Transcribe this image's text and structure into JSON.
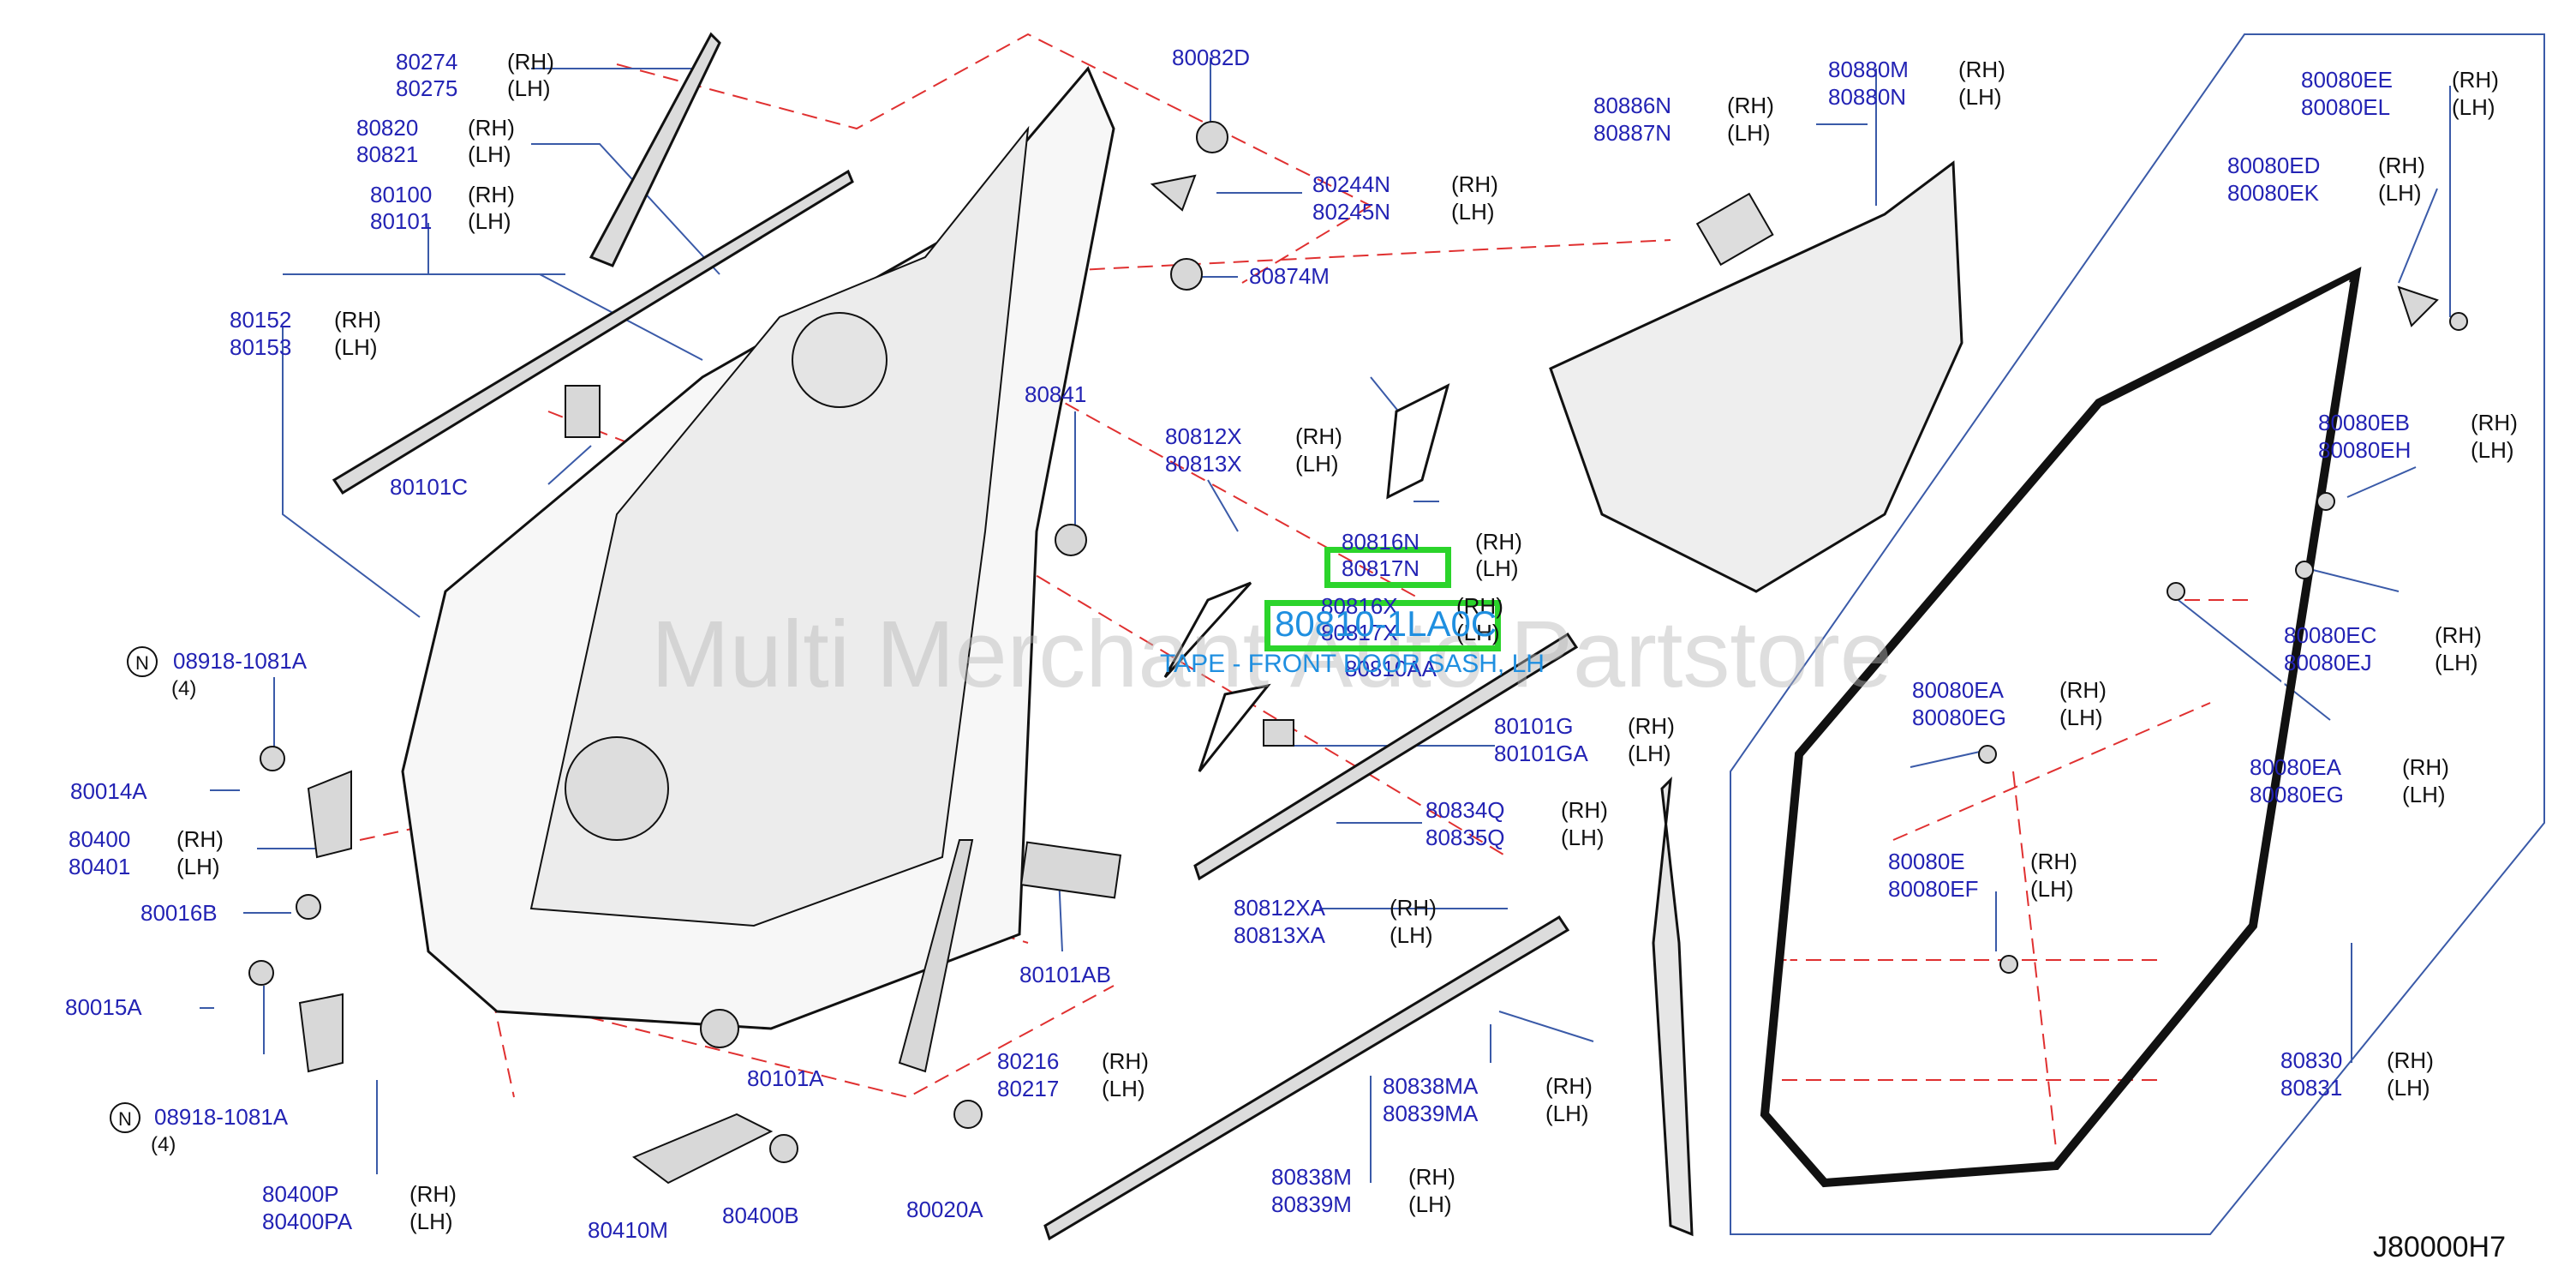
{
  "diagram_ref": "J80000H7",
  "watermark": "Multi Merchant Auto Partstore",
  "colors": {
    "label": "#2323b4",
    "leader": "#3a5aa8",
    "dash": "#e03030",
    "highlight": "#2bd42b",
    "callout": "#1f8fe0"
  },
  "highlighted": {
    "part": "80817N",
    "part_number": "80810-1LA0C",
    "description": "TAPE - FRONT DOOR SASH, LH"
  },
  "callouts": [
    {
      "id": "80274",
      "lines": [
        "80274",
        "80275"
      ],
      "sides": [
        "(RH)",
        "(LH)"
      ]
    },
    {
      "id": "80820",
      "lines": [
        "80820",
        "80821"
      ],
      "sides": [
        "(RH)",
        "(LH)"
      ]
    },
    {
      "id": "80100",
      "lines": [
        "80100",
        "80101"
      ],
      "sides": [
        "(RH)",
        "(LH)"
      ]
    },
    {
      "id": "80152",
      "lines": [
        "80152",
        "80153"
      ],
      "sides": [
        "(RH)",
        "(LH)"
      ]
    },
    {
      "id": "80101C",
      "lines": [
        "80101C"
      ],
      "sides": []
    },
    {
      "id": "08918a",
      "lines": [
        "08918-1081A"
      ],
      "sides": [],
      "marker": "N",
      "qty": "(4)"
    },
    {
      "id": "80014A",
      "lines": [
        "80014A"
      ],
      "sides": []
    },
    {
      "id": "80400",
      "lines": [
        "80400",
        "80401"
      ],
      "sides": [
        "(RH)",
        "(LH)"
      ]
    },
    {
      "id": "80016B",
      "lines": [
        "80016B"
      ],
      "sides": []
    },
    {
      "id": "80015A",
      "lines": [
        "80015A"
      ],
      "sides": []
    },
    {
      "id": "08918b",
      "lines": [
        "08918-1081A"
      ],
      "sides": [],
      "marker": "N",
      "qty": "(4)"
    },
    {
      "id": "80400P",
      "lines": [
        "80400P",
        "80400PA"
      ],
      "sides": [
        "(RH)",
        "(LH)"
      ]
    },
    {
      "id": "80410M",
      "lines": [
        "80410M"
      ],
      "sides": []
    },
    {
      "id": "80400B",
      "lines": [
        "80400B"
      ],
      "sides": []
    },
    {
      "id": "80101A",
      "lines": [
        "80101A"
      ],
      "sides": []
    },
    {
      "id": "80020A",
      "lines": [
        "80020A"
      ],
      "sides": []
    },
    {
      "id": "80216",
      "lines": [
        "80216",
        "80217"
      ],
      "sides": [
        "(RH)",
        "(LH)"
      ]
    },
    {
      "id": "80101AB",
      "lines": [
        "80101AB"
      ],
      "sides": []
    },
    {
      "id": "80812XA",
      "lines": [
        "80812XA",
        "80813XA"
      ],
      "sides": [
        "(RH)",
        "(LH)"
      ]
    },
    {
      "id": "80838M",
      "lines": [
        "80838M",
        "80839M"
      ],
      "sides": [
        "(RH)",
        "(LH)"
      ]
    },
    {
      "id": "80082D",
      "lines": [
        "80082D"
      ],
      "sides": []
    },
    {
      "id": "80244N",
      "lines": [
        "80244N",
        "80245N"
      ],
      "sides": [
        "(RH)",
        "(LH)"
      ]
    },
    {
      "id": "80874M",
      "lines": [
        "80874M"
      ],
      "sides": []
    },
    {
      "id": "80841",
      "lines": [
        "80841"
      ],
      "sides": []
    },
    {
      "id": "80812X",
      "lines": [
        "80812X",
        "80813X"
      ],
      "sides": [
        "(RH)",
        "(LH)"
      ]
    },
    {
      "id": "80816N",
      "lines": [
        "80816N",
        "80817N"
      ],
      "sides": [
        "(RH)",
        "(LH)"
      ]
    },
    {
      "id": "80816X",
      "lines": [
        "80816X",
        "80817X"
      ],
      "sides": [
        "(RH)",
        "(LH)"
      ]
    },
    {
      "id": "80810AA",
      "lines": [
        "80810AA"
      ],
      "sides": []
    },
    {
      "id": "80101G",
      "lines": [
        "80101G",
        "80101GA"
      ],
      "sides": [
        "(RH)",
        "(LH)"
      ]
    },
    {
      "id": "80834Q",
      "lines": [
        "80834Q",
        "80835Q"
      ],
      "sides": [
        "(RH)",
        "(LH)"
      ]
    },
    {
      "id": "80838MA",
      "lines": [
        "80838MA",
        "80839MA"
      ],
      "sides": [
        "(RH)",
        "(LH)"
      ]
    },
    {
      "id": "80886N",
      "lines": [
        "80886N",
        "80887N"
      ],
      "sides": [
        "(RH)",
        "(LH)"
      ]
    },
    {
      "id": "80880M",
      "lines": [
        "80880M",
        "80880N"
      ],
      "sides": [
        "(RH)",
        "(LH)"
      ]
    },
    {
      "id": "80080EE",
      "lines": [
        "80080EE",
        "80080EL"
      ],
      "sides": [
        "(RH)",
        "(LH)"
      ]
    },
    {
      "id": "80080ED",
      "lines": [
        "80080ED",
        "80080EK"
      ],
      "sides": [
        "(RH)",
        "(LH)"
      ]
    },
    {
      "id": "80080EB",
      "lines": [
        "80080EB",
        "80080EH"
      ],
      "sides": [
        "(RH)",
        "(LH)"
      ]
    },
    {
      "id": "80080EC",
      "lines": [
        "80080EC",
        "80080EJ"
      ],
      "sides": [
        "(RH)",
        "(LH)"
      ]
    },
    {
      "id": "80080EA_in",
      "lines": [
        "80080EA",
        "80080EG"
      ],
      "sides": [
        "(RH)",
        "(LH)"
      ]
    },
    {
      "id": "80080EA_out",
      "lines": [
        "80080EA",
        "80080EG"
      ],
      "sides": [
        "(RH)",
        "(LH)"
      ]
    },
    {
      "id": "80080E",
      "lines": [
        "80080E",
        "80080EF"
      ],
      "sides": [
        "(RH)",
        "(LH)"
      ]
    },
    {
      "id": "80830",
      "lines": [
        "80830",
        "80831"
      ],
      "sides": [
        "(RH)",
        "(LH)"
      ]
    }
  ]
}
